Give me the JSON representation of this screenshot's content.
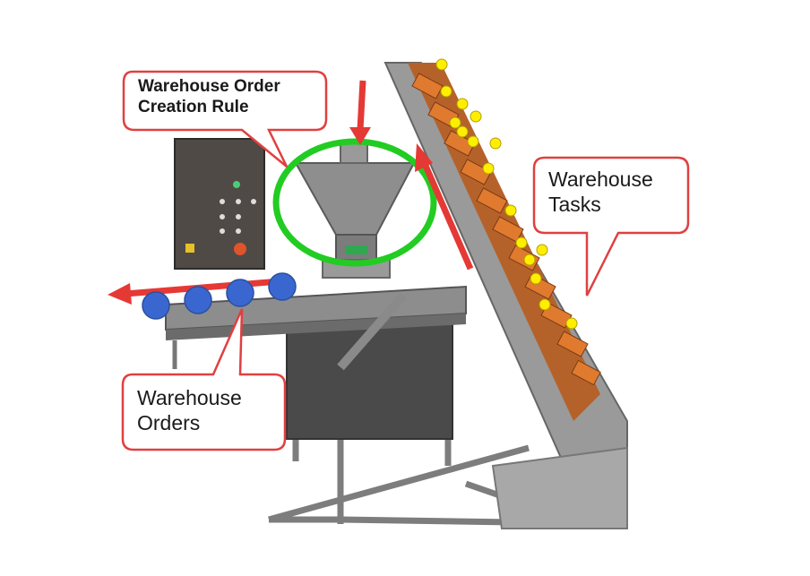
{
  "callouts": {
    "order_creation_rule": {
      "line1": "Warehouse Order",
      "line2": "Creation Rule"
    },
    "tasks": {
      "line1": "Warehouse",
      "line2": "Tasks"
    },
    "orders": {
      "line1": "Warehouse",
      "line2": "Orders"
    }
  },
  "colors": {
    "callout_border": "#e04040",
    "arrow": "#e53935",
    "highlight_circle": "#22cc22",
    "order_dot": "#3366cc",
    "task_dot": "#ffee00",
    "machine_metal": "#8a8a8a",
    "product_orange": "#d2691e"
  },
  "icons": {
    "order_marker": "blue-circle",
    "task_marker": "yellow-circle",
    "flow_arrow": "red-arrow"
  }
}
